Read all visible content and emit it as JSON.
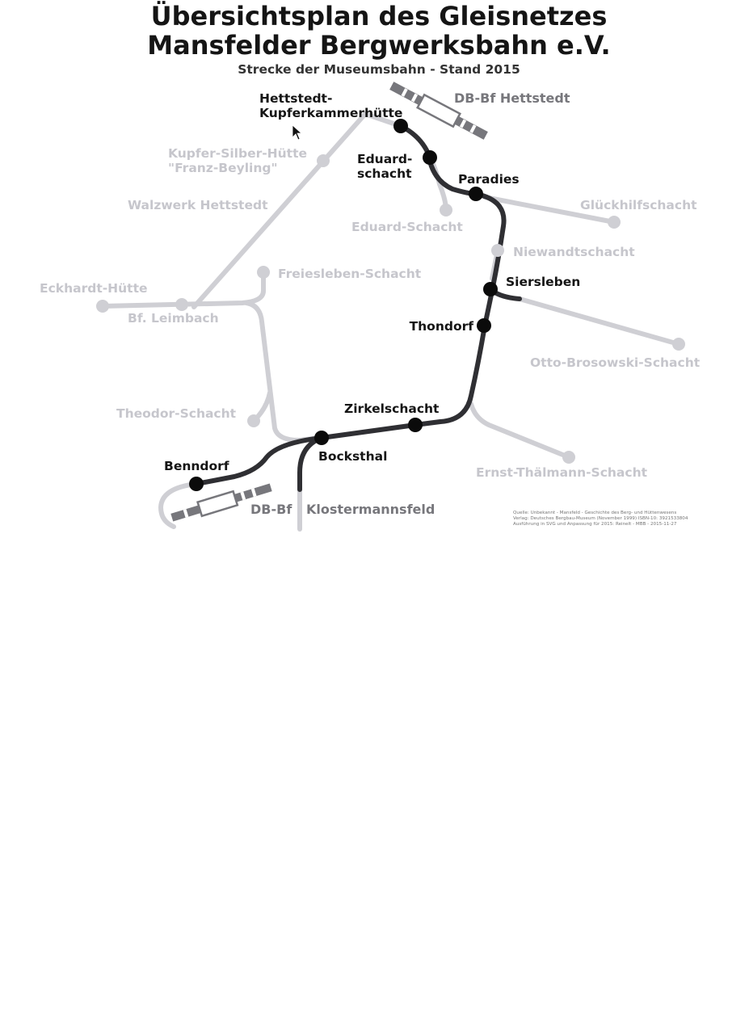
{
  "map": {
    "title_line1": "Übersichtsplan des Gleisnetzes",
    "title_line2": "Mansfelder Bergwerksbahn e.V.",
    "subtitle": "Strecke der Museumsbahn - Stand 2015",
    "active_stations": {
      "hettstedt_line1": "Hettstedt-",
      "hettstedt_line2": "Kupferkammerhütte",
      "eduard_line1": "Eduard-",
      "eduard_line2": "schacht",
      "paradies": "Paradies",
      "siersleben": "Siersleben",
      "thondorf": "Thondorf",
      "zirkelschacht": "Zirkelschacht",
      "bocksthal": "Bocksthal",
      "benndorf": "Benndorf"
    },
    "inactive_stations": {
      "kupfer_silber_line1": "Kupfer-Silber-Hütte",
      "kupfer_silber_line2": "\"Franz-Beyling\"",
      "walzwerk": "Walzwerk Hettstedt",
      "eduard_schacht": "Eduard-Schacht",
      "glueckhilf": "Glückhilfschacht",
      "niewandt": "Niewandtschacht",
      "freiesleben": "Freiesleben-Schacht",
      "eckhardt": "Eckhardt-Hütte",
      "leimbach": "Bf. Leimbach",
      "otto": "Otto-Brosowski-Schacht",
      "theodor": "Theodor-Schacht",
      "ernst": "Ernst-Thälmann-Schacht"
    },
    "db_stations": {
      "hettstedt": "DB-Bf Hettstedt",
      "klostermannsfeld_prefix": "DB-Bf",
      "klostermannsfeld_name": "Klostermannsfeld"
    },
    "source": {
      "line1": "Quelle: Unbekannt - Mansfeld - Geschichte des Berg- und Hüttenwesens",
      "line2": "Verlag: Deutsches Bergbau-Museum (November 1999) ISBN-10: 3921533804",
      "line3": "Ausführung in SVG und Anpassung für 2015: Reinelt - MBB - 2015-11-27"
    },
    "colors": {
      "active_track": "#2f2f33",
      "inactive_track": "#cfcfd4",
      "station_dot": "#0b0b0b",
      "db_station": "#77777c"
    }
  }
}
